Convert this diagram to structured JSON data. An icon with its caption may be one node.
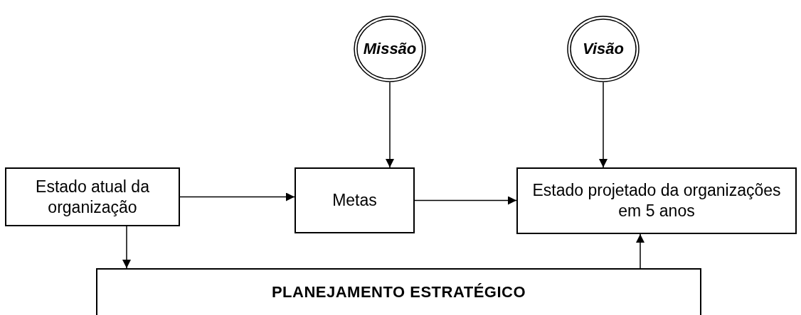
{
  "diagram": {
    "nodes": [
      {
        "text": [
          "Missão"
        ]
      },
      {
        "text": [
          "Visão"
        ]
      },
      {
        "text": [
          "Estado atual da organização"
        ]
      },
      {
        "text": [
          "Metas"
        ]
      },
      {
        "text": [
          "Estado projetado da organizações em 5 anos"
        ]
      },
      {
        "text": [
          "PLANEJAMENTO ESTRATÉGICO"
        ]
      }
    ],
    "edges": [
      {
        "from": 0,
        "to": 3,
        "arrow": "to"
      },
      {
        "from": 1,
        "to": 4,
        "arrow": "to"
      },
      {
        "from": 2,
        "to": 3,
        "arrow": "to"
      },
      {
        "from": 3,
        "to": 4,
        "arrow": "to"
      },
      {
        "from": 2,
        "to": 5,
        "arrow": "to"
      },
      {
        "from": 5,
        "to": 4,
        "arrow": "to"
      }
    ]
  }
}
